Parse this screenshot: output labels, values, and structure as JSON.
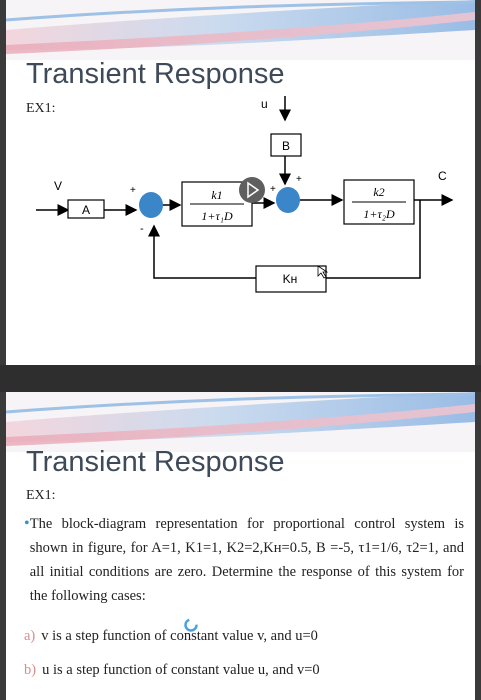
{
  "slide1": {
    "title": "Transient Response",
    "subtitle": "EX1:",
    "diagram": {
      "input_label": "V",
      "disturbance_label": "u",
      "output_label": "C",
      "block_a": "A",
      "block_b": "B",
      "block_g1_num": "k1",
      "block_g1_den": "1+τ₁D",
      "block_g2_num": "k2",
      "block_g2_den": "1+τ₂D",
      "block_kh": "Kʜ",
      "sum1_plus": "+",
      "sum1_minus": "-",
      "sum2_plus_left": "+",
      "sum2_plus_top": "+"
    }
  },
  "slide2": {
    "title": "Transient Response",
    "subtitle": "EX1:",
    "bullet_text": "The block-diagram representation for proportional control system is shown in figure, for A=1, K1=1, K2=2,Kʜ=0.5, B =-5, τ1=1/6, τ2=1, and all initial conditions are zero. Determine the response of this system for the following cases:",
    "cases": [
      {
        "label": "a)",
        "text": "v is a step function of constant value v, and u=0"
      },
      {
        "label": "b)",
        "text": "u is a step function of constant value u, and v=0"
      }
    ]
  },
  "colors": {
    "accent": "#3a91c9",
    "title": "#3f4a59",
    "summing_junction": "#3a86c8"
  }
}
